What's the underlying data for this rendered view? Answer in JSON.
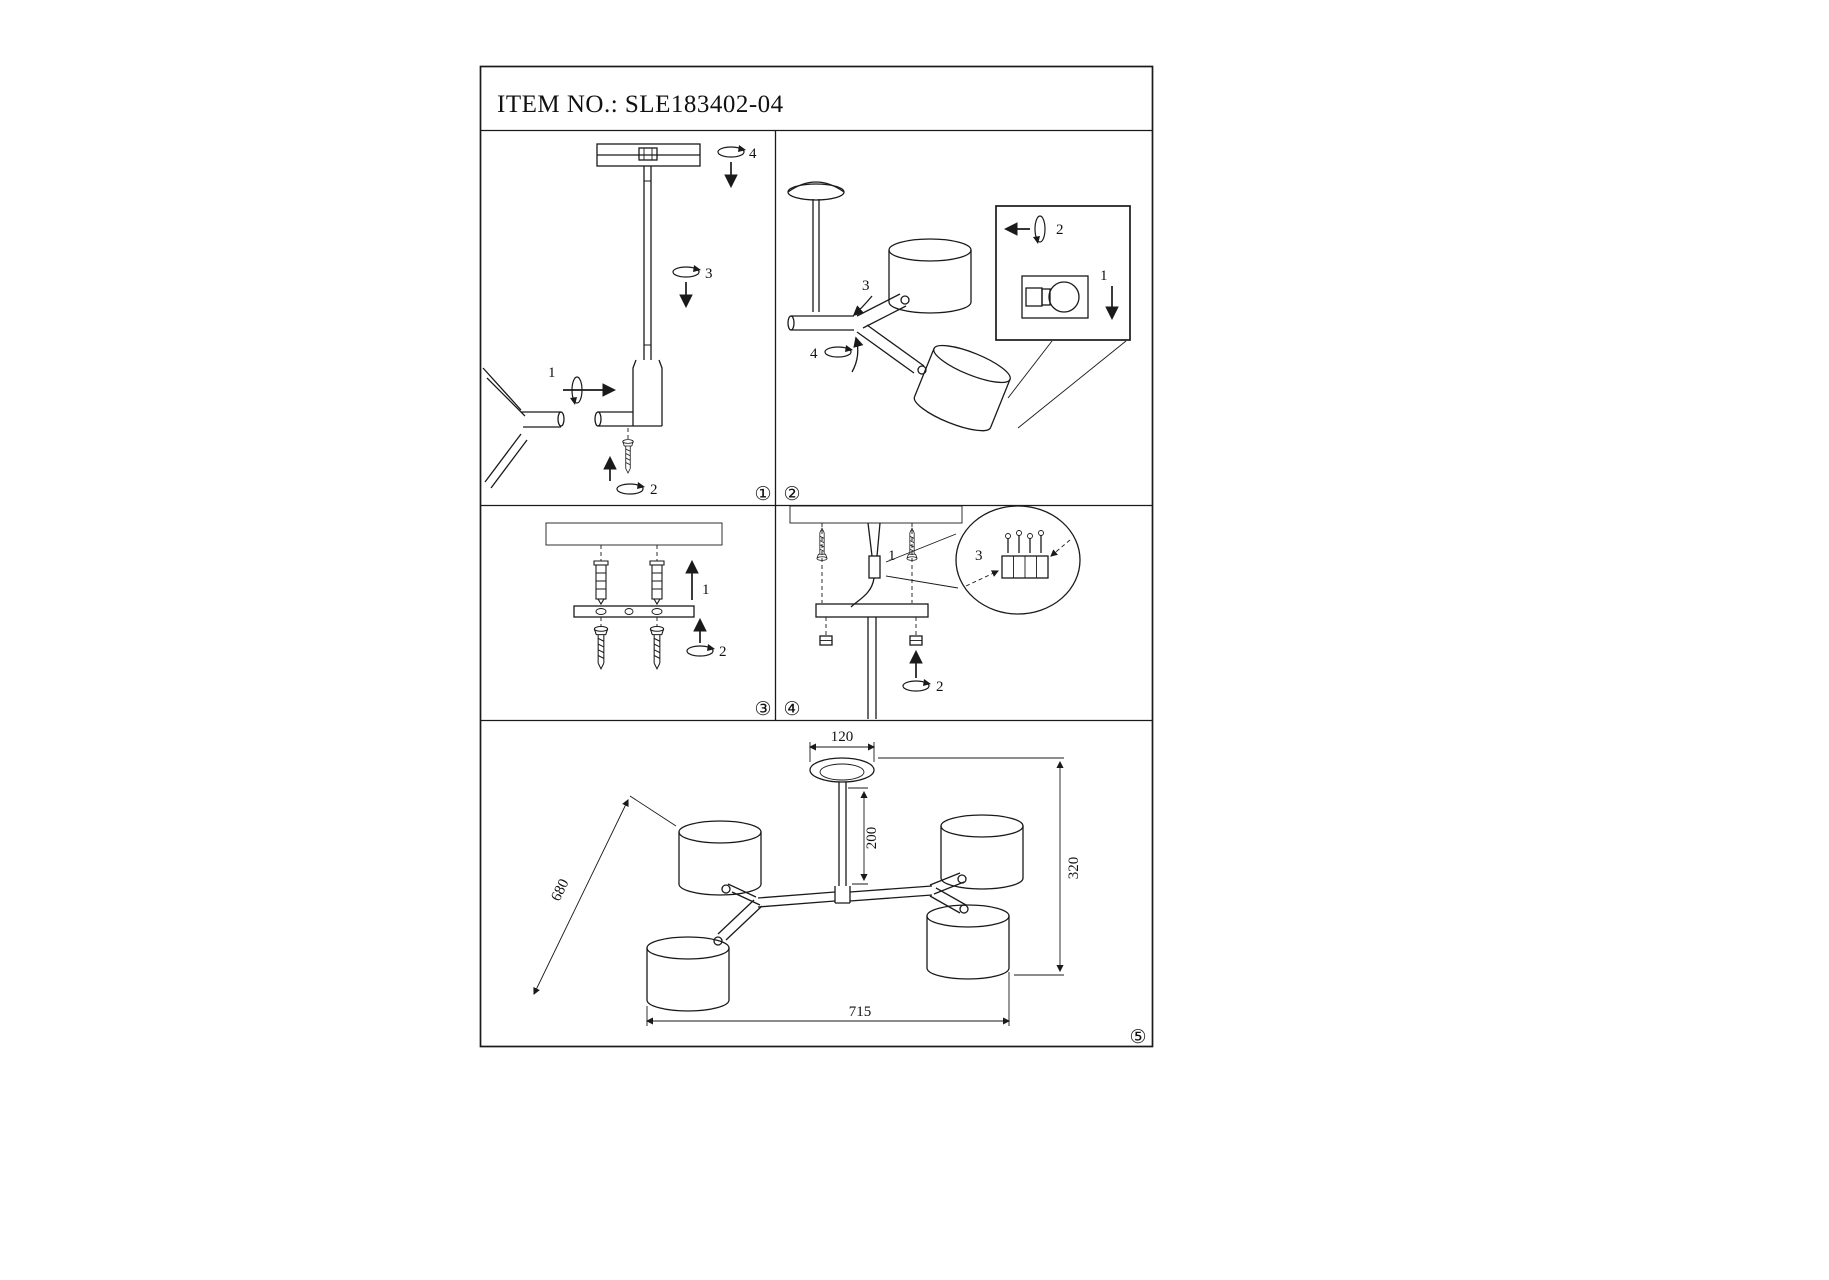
{
  "header": {
    "title": "ITEM NO.: SLE183402-04"
  },
  "panel1": {
    "label": "①",
    "s1": "1",
    "s2": "2",
    "s3": "3",
    "s4": "4"
  },
  "panel2": {
    "label": "②",
    "s1": "1",
    "s2": "2",
    "s3": "3",
    "s4": "4"
  },
  "panel3": {
    "label": "③",
    "s1": "1",
    "s2": "2"
  },
  "panel4": {
    "label": "④",
    "s1": "1",
    "s2": "2",
    "s3": "3"
  },
  "panel5": {
    "label": "⑤",
    "dim_canopy": "120",
    "dim_stem": "200",
    "dim_height": "320",
    "dim_diagonal": "680",
    "dim_width": "715"
  },
  "colors": {
    "line": "#1a1a1a",
    "background": "#ffffff"
  }
}
